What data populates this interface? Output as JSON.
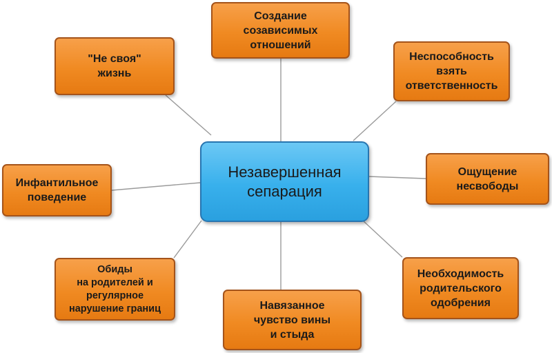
{
  "diagram": {
    "center": {
      "label": "Незавершенная\nсепарация"
    },
    "nodes": [
      {
        "id": "codependent-relations",
        "label": "Создание\nсозависимых\nотношений"
      },
      {
        "id": "not-own-life",
        "label": "\"Не своя\"\nжизнь"
      },
      {
        "id": "inability-responsibility",
        "label": "Неспособность\nвзять\nответственность"
      },
      {
        "id": "infantile-behavior",
        "label": "Инфантильное\nповедение"
      },
      {
        "id": "feeling-unfreedom",
        "label": "Ощущение\nнесвободы"
      },
      {
        "id": "resentments-boundaries",
        "label": "Обиды\nна родителей и\nрегулярное\nнарушение границ"
      },
      {
        "id": "imposed-guilt-shame",
        "label": "Навязанное\nчувство вины\nи стыда"
      },
      {
        "id": "need-parental-approval",
        "label": "Необходимость\nродительского\nодобрения"
      }
    ],
    "colors": {
      "center_fill": "#38b0ec",
      "center_border": "#2775b0",
      "node_fill": "#f08a22",
      "node_border": "#a4531a",
      "connector": "#9a9a9a"
    }
  }
}
